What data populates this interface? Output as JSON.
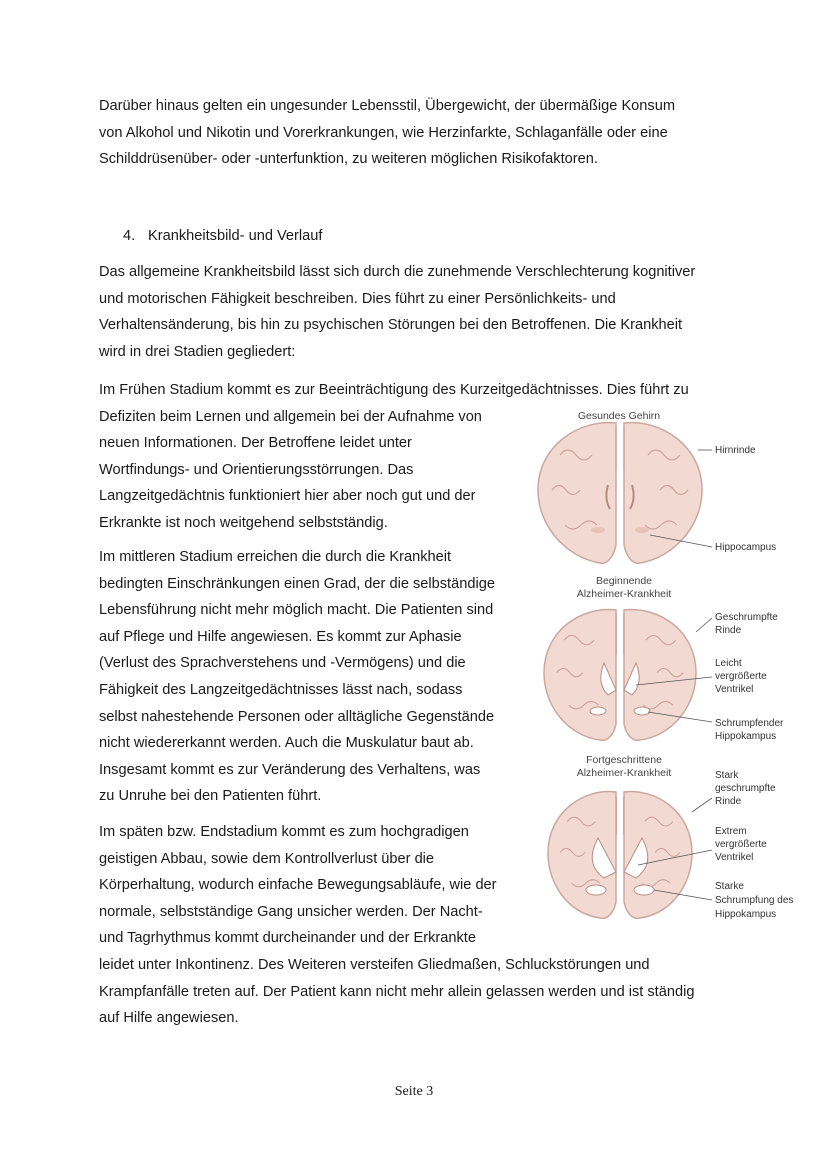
{
  "intro": {
    "lines": [
      "Darüber hinaus gelten ein ungesunder Lebensstil, Übergewicht, der übermäßige Konsum",
      "von Alkohol und Nikotin und Vorerkrankungen, wie Herzinfarkte, Schlaganfälle oder eine",
      "Schilddrüsenüber- oder -unterfunktion, zu weiteren möglichen Risikofaktoren."
    ]
  },
  "section": {
    "number": "4.",
    "title": "Krankheitsbild- und Verlauf"
  },
  "overview": {
    "lines": [
      "Das allgemeine Krankheitsbild lässt sich durch die zunehmende Verschlechterung kognitiver",
      "und motorischen Fähigkeit beschreiben. Dies führt zu einer Persönlichkeits- und",
      "Verhaltensänderung, bis hin zu psychischen Störungen bei den Betroffenen. Die Krankheit",
      "wird in drei Stadien gegliedert:"
    ]
  },
  "early": {
    "lines": [
      "Im Frühen Stadium kommt es zur Beeinträchtigung des Kurzeitgedächtnisses. Dies führt zu",
      "Defiziten beim Lernen und allgemein bei der Aufnahme von",
      "neuen Informationen. Der Betroffene leidet unter",
      "Wortfindungs- und Orientierungsstörrungen. Das",
      "Langzeitgedächtnis funktioniert hier aber noch gut und der",
      "Erkrankte ist noch weitgehend selbstständig."
    ]
  },
  "middle": {
    "lines": [
      "Im mittleren Stadium erreichen die durch die Krankheit",
      "bedingten Einschränkungen einen Grad, der die selbständige",
      "Lebensführung nicht mehr möglich macht. Die Patienten sind",
      "auf Pflege und Hilfe angewiesen. Es kommt zur Aphasie",
      "(Verlust des Sprachverstehens und -Vermögens) und die",
      "Fähigkeit des Langzeitgedächtnisses lässt nach, sodass",
      "selbst nahestehende Personen oder alltägliche Gegenstände",
      "nicht wiedererkannt werden. Auch die Muskulatur baut ab.",
      "Insgesamt kommt es zur Veränderung des Verhaltens, was",
      "zu Unruhe bei den Patienten führt."
    ]
  },
  "late": {
    "lines": [
      "Im späten bzw. Endstadium kommt es zum hochgradigen",
      "geistigen Abbau, sowie dem Kontrollverlust über die",
      "Körperhaltung, wodurch einfache Bewegungsabläufe, wie der",
      "normale, selbstständige Gang unsicher werden. Der Nacht-",
      "und Tagrhythmus kommt durcheinander und der Erkrankte",
      "leidet unter Inkontinenz. Des Weiteren versteifen Gliedmaßen, Schluckstörungen und",
      "Krampfanfälle treten auf. Der Patient kann nicht mehr allein gelassen werden und ist ständig",
      "auf Hilfe angewiesen."
    ]
  },
  "figure": {
    "healthy_title": "Gesundes Gehirn",
    "healthy_labels": [
      "Hirnrinde",
      "Hippocampus"
    ],
    "early_title": [
      "Beginnende",
      "Alzheimer-Krankheit"
    ],
    "early_labels": {
      "cortex": [
        "Geschrumpfte",
        "Rinde"
      ],
      "ventricle": [
        "Leicht",
        "vergrößerte",
        "Ventrikel"
      ],
      "hippocampus": [
        "Schrumpfender",
        "Hippokampus"
      ]
    },
    "advanced_title": [
      "Fortgeschrittene",
      "Alzheimer-Krankheit"
    ],
    "advanced_labels": {
      "cortex": [
        "Stark",
        "geschrumpfte",
        "Rinde"
      ],
      "ventricle": [
        "Extrem",
        "vergrößerte",
        "Ventrikel"
      ],
      "hippocampus": [
        "Starke",
        "Schrumpfung des",
        "Hippokampus"
      ]
    },
    "colors": {
      "tissue": "#f2d9d2",
      "outline": "#caa89f",
      "ventricle": "#ffffff"
    }
  },
  "footer": {
    "page_label": "Seite 3"
  }
}
